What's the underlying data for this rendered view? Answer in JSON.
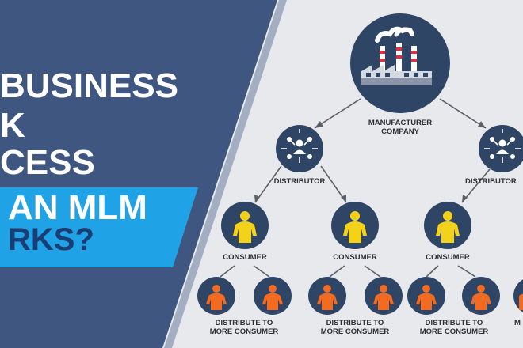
{
  "headline": {
    "line1": "BUSINESS",
    "line2": "K",
    "line3": "CESS",
    "banner_line1": "AN MLM",
    "banner_line2": "RKS?"
  },
  "diagram": {
    "root_label": "MANUFACTURER COMPANY",
    "distributor_left_label": "DISTRIBUTOR",
    "distributor_right_label": "DISTRIBUTOR",
    "consumer_labels": [
      "CONSUMER",
      "CONSUMER",
      "CONSUMER"
    ],
    "leaf_labels": [
      "DISTRIBUTE TO MORE CONSUMER",
      "DISTRIBUTE TO MORE CONSUMER",
      "DISTRIBUTE TO MORE CONSUMER"
    ],
    "leaf_partial_label": "M"
  },
  "colors": {
    "left_panel": "#3f5680",
    "banner": "#1fa3e6",
    "node_circle": "#2f4566",
    "consumer_icon": "#f4d21a",
    "leaf_icon": "#f26b21",
    "background": "#e8e9ec"
  },
  "icons": [
    "factory-icon",
    "network-people-icon",
    "person-icon"
  ]
}
